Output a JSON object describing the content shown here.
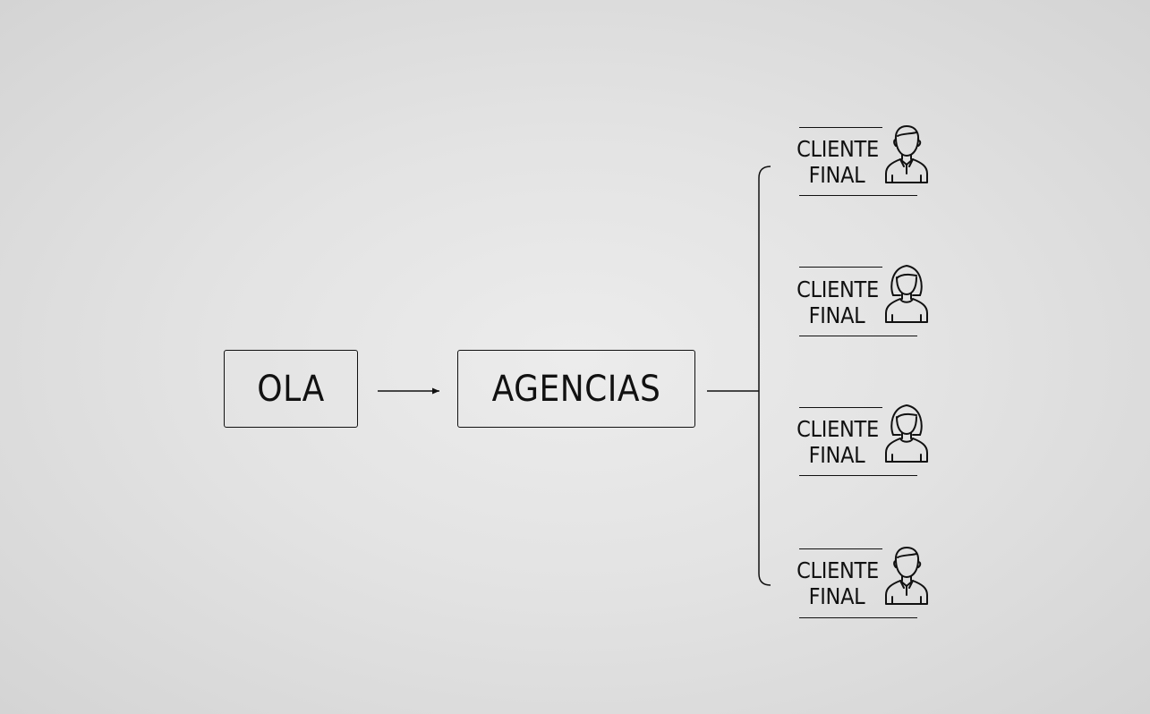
{
  "diagram": {
    "nodes": {
      "ola": {
        "label": "OLA"
      },
      "agencias": {
        "label": "AGENCIAS"
      }
    },
    "clients": [
      {
        "line1": "CLIENTE",
        "line2": "FINAL",
        "icon": "male-person-icon"
      },
      {
        "line1": "CLIENTE",
        "line2": "FINAL",
        "icon": "female-person-icon"
      },
      {
        "line1": "CLIENTE",
        "line2": "FINAL",
        "icon": "female-person-icon"
      },
      {
        "line1": "CLIENTE",
        "line2": "FINAL",
        "icon": "male-person-icon"
      }
    ],
    "edges": [
      {
        "from": "OLA",
        "to": "AGENCIAS",
        "style": "arrow"
      },
      {
        "from": "AGENCIAS",
        "to": "CLIENTE FINAL",
        "style": "bracket-fan-out"
      }
    ]
  }
}
